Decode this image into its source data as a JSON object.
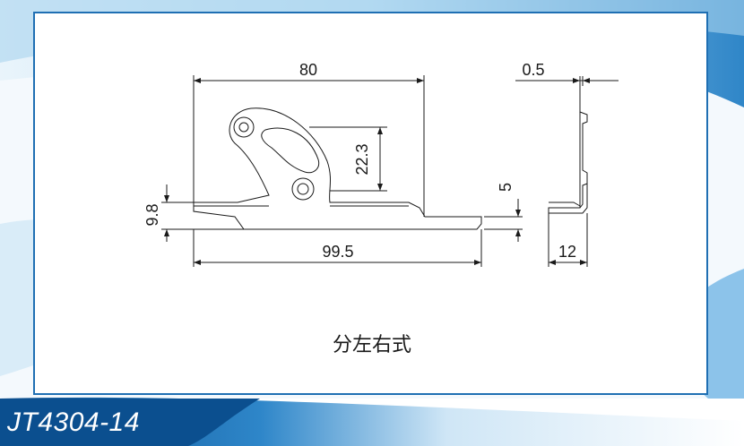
{
  "caption": "分左右式",
  "model": "JT4304-14",
  "dimensions": {
    "width_top": "80",
    "width_bottom": "99.5",
    "height_arm": "22.3",
    "height_left": "9.8",
    "step": "5",
    "thickness": "0.5",
    "side_width": "12"
  },
  "colors": {
    "frame": "#1f6fb3",
    "band_dark": "#0b4f8f",
    "band_light": "#cfe6f6"
  }
}
